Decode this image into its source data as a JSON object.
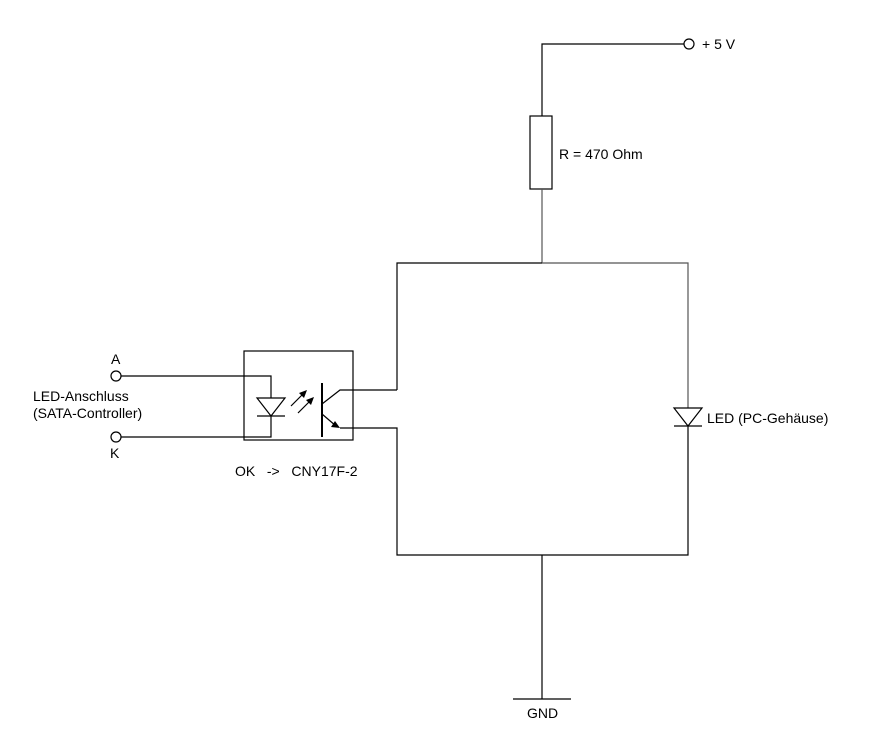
{
  "labels": {
    "supply": "+ 5 V",
    "resistor": "R = 470 Ohm",
    "anode": "A",
    "cathode": "K",
    "led_connector_line1": "LED-Anschluss",
    "led_connector_line2": "(SATA-Controller)",
    "optocoupler": "OK   ->   CNY17F-2",
    "case_led": "LED (PC-Gehäuse)",
    "ground": "GND"
  }
}
